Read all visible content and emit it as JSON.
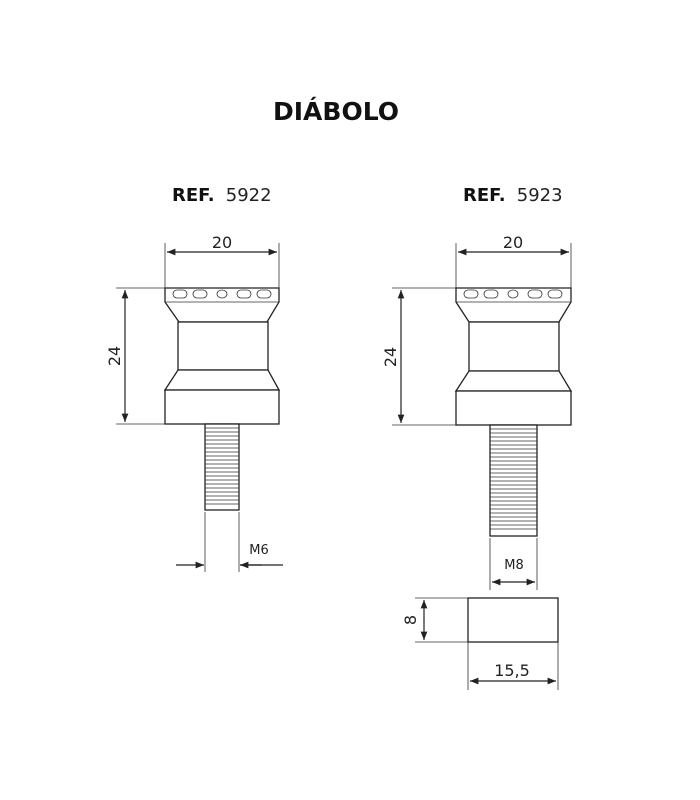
{
  "title": "DIÁBOLO",
  "parts": [
    {
      "ref_label": "REF.",
      "ref_number": "5922",
      "width_label": "20",
      "height_label": "24",
      "thread_label": "M6"
    },
    {
      "ref_label": "REF.",
      "ref_number": "5923",
      "width_label": "20",
      "height_label": "24",
      "thread_label": "M8"
    }
  ],
  "nut": {
    "height_label": "8",
    "width_label": "15,5"
  }
}
